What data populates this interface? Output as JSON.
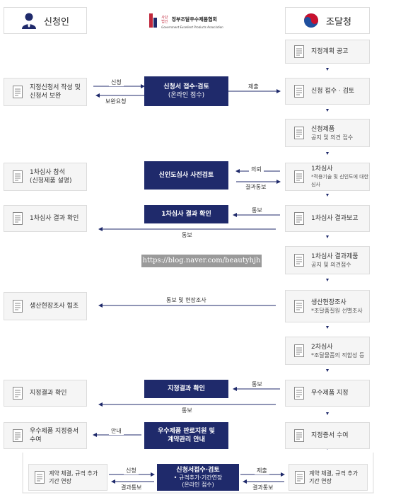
{
  "headers": {
    "applicant": "신청인",
    "association": {
      "small": "사단\n법인",
      "name": "정부조달우수제품협회",
      "english": "Government Excellent Products Association"
    },
    "pps": "조달청"
  },
  "left": {
    "write": "지정신청서 작성 및\n신청서 보완",
    "attend": "1차심사 참석\n(신청제품 설명)",
    "confirm1": "1차심사 결과 확인",
    "cooperate": "생산현장조사 협조",
    "confirm2": "지정결과 확인",
    "certificate": "우수제품 지정증서 수여",
    "contract": "계약 체결, 규격 추가\n기간 연장"
  },
  "middle": {
    "receive": {
      "line1": "신청서 접수·검토",
      "line2": "(온라인 접수)"
    },
    "precheck": "신인도심사 사전검토",
    "result1": "1차심사 결과 확인",
    "result2": "지정결과 확인",
    "support": {
      "line1": "우수제품 판로지원 및",
      "line2": "계약관리 안내"
    },
    "bottom": {
      "line1": "신청서접수·검토",
      "line2": "• 규격추가·기간연장\n(온라인 접수)"
    }
  },
  "right": {
    "announce": "지정계획 공고",
    "intake": "신청 접수 · 검토",
    "publish": {
      "main": "신청제품",
      "sub": "공지 및 의견 접수"
    },
    "exam1": {
      "main": "1차심사",
      "sub": "*적용기술 및 신인도에 대한 심사"
    },
    "report1": "1차심사 결과보고",
    "publish2": {
      "main": "1차심사 결과제품",
      "sub": "공지 및 의견접수"
    },
    "survey": {
      "main": "생산현장조사",
      "sub": "*조달품질원 선별조사"
    },
    "exam2": {
      "main": "2차심사",
      "sub": "*조달물품의 적합성 등"
    },
    "designate": "우수제품 지정",
    "award": "지정증서 수여",
    "contract": "계약 체결, 규격 추가\n기간 연장"
  },
  "labels": {
    "apply": "신청",
    "supplement": "보완요청",
    "submit": "제출",
    "request": "의뢰",
    "notice_result": "결과통보",
    "notify": "통보",
    "notify_survey": "통보 및 현장조사",
    "guide": "안내",
    "apply2": "신청",
    "result_notice2": "결과통보",
    "submit2": "제출",
    "result_notice3": "결과통보"
  },
  "watermark": "https://blog.naver.com/beautyhjh",
  "colors": {
    "navy": "#1f2a6b",
    "box": "#f5f5f5",
    "border": "#dcdcdc",
    "arrow": "#1f2a6b"
  }
}
